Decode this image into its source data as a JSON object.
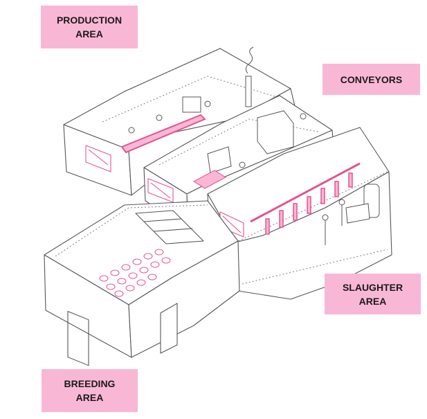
{
  "colors": {
    "label_bg": "#f9b7d6",
    "accent": "#e2548f",
    "line": "#555555"
  },
  "labels": {
    "production": "PRODUCTION\nAREA",
    "conveyors": "CONVEYORS",
    "slaughter": "SLAUGHTER\nAREA",
    "breeding": "BREEDING\nAREA"
  },
  "icons": [
    "chimney-smoke-icon",
    "worker-figure-icon",
    "chicken-icon",
    "hanging-carcass-icon",
    "machine-icon",
    "tank-icon"
  ]
}
